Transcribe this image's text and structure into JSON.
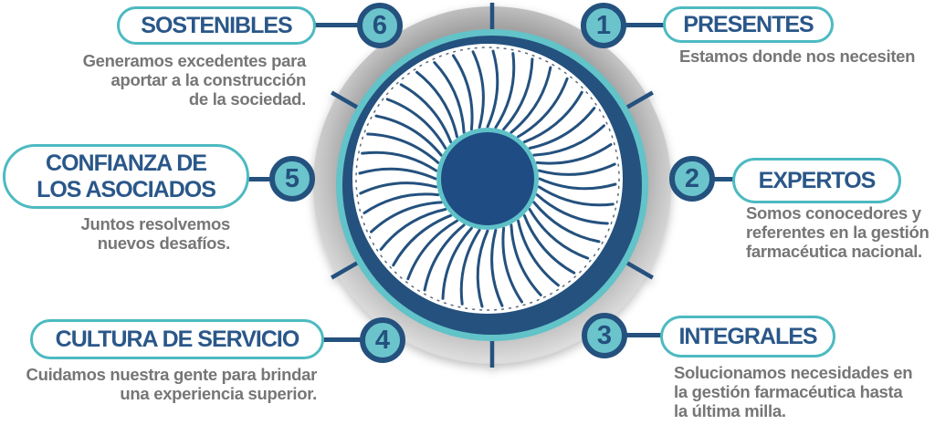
{
  "diagram": {
    "kind": "circular-values-infographic",
    "center_graphic": "iris-wheel",
    "segments": 6
  },
  "colors": {
    "navy": "#24517E",
    "title_blue": "#2A5789",
    "badge_teal": "#6BC4CB",
    "pill_border_teal": "#4DBAC1",
    "ring_teal": "#62C3C9",
    "pupil_navy": "#1E4C83",
    "desc_gray": "#767676",
    "outer_ring_gray": "#C2C2C2"
  },
  "items": [
    {
      "number": "1",
      "title": "PRESENTES",
      "desc": "Estamos donde nos necesiten"
    },
    {
      "number": "2",
      "title": "EXPERTOS",
      "desc": "Somos conocedores y\nreferentes en la gestión\nfarmacéutica nacional."
    },
    {
      "number": "3",
      "title": "INTEGRALES",
      "desc": "Solucionamos necesidades en\nla gestión farmacéutica hasta\nla última milla."
    },
    {
      "number": "4",
      "title": "CULTURA DE SERVICIO",
      "desc": "Cuidamos nuestra gente para brindar\nuna experiencia superior."
    },
    {
      "number": "5",
      "title": "CONFIANZA DE\nLOS ASOCIADOS",
      "desc": "Juntos resolvemos\nnuevos desafíos."
    },
    {
      "number": "6",
      "title": "SOSTENIBLES",
      "desc": "Generamos excedentes para\naportar a la construcción\nde la sociedad."
    }
  ]
}
